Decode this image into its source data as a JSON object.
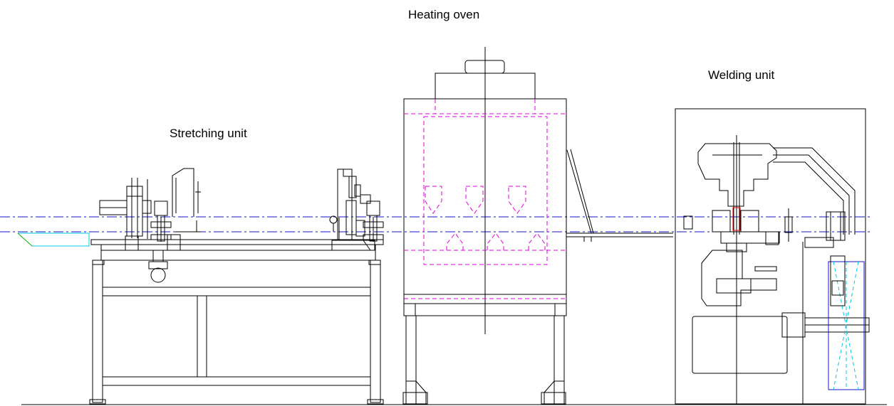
{
  "labels": {
    "stretching_unit": "Stretching unit",
    "heating_oven": "Heating oven",
    "welding_unit": "Welding unit"
  },
  "colors": {
    "outline": "#000000",
    "oven_hidden": "#e100e1",
    "centerline": "#1414c8",
    "preform": "#00c8e6"
  }
}
